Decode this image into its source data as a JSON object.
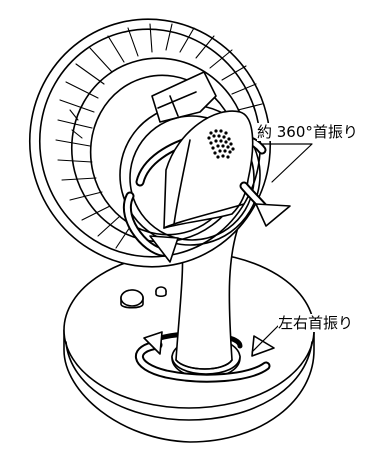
{
  "figure": {
    "subject": "fan-illustration",
    "labels": {
      "swivel": "約 360°首振り",
      "pan": "左右首振り"
    },
    "colors": {
      "line": "#000000",
      "fill": "#ffffff",
      "speaker_dots": "#000000"
    }
  }
}
